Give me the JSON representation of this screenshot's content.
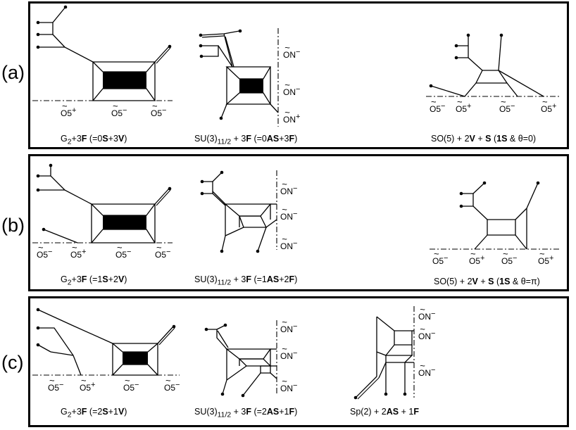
{
  "rows": [
    {
      "label": "(a)",
      "captions": [
        {
          "base": "G",
          "sub": "2",
          "mid": "+3",
          "bold1": "F",
          "rest": " (=0",
          "bold2": "S",
          "rest2": "+3",
          "bold3": "V",
          "end": ")"
        },
        {
          "base": "SU(3)",
          "sub": "11/2",
          "mid": " + 3",
          "bold1": "F",
          "rest": " (=0",
          "bold2": "AS",
          "rest2": "+3",
          "bold3": "F",
          "end": ")"
        },
        {
          "base": "SO(5) + 2",
          "sub": "",
          "mid": "",
          "bold1": "V",
          "rest": " + ",
          "bold2": "S",
          "rest2": " (",
          "bold3": "1S",
          "end": " & θ=0)"
        }
      ]
    },
    {
      "label": "(b)",
      "captions": [
        {
          "base": "G",
          "sub": "2",
          "mid": "+3",
          "bold1": "F",
          "rest": " (=1",
          "bold2": "S",
          "rest2": "+2",
          "bold3": "V",
          "end": ")"
        },
        {
          "base": "SU(3)",
          "sub": "11/2",
          "mid": " + 3",
          "bold1": "F",
          "rest": " (=1",
          "bold2": "AS",
          "rest2": "+2",
          "bold3": "F",
          "end": ")"
        },
        {
          "base": "SO(5) + 2",
          "sub": "",
          "mid": "",
          "bold1": "V",
          "rest": " + ",
          "bold2": "S",
          "rest2": " (",
          "bold3": "1S",
          "end": " & θ=π)"
        }
      ]
    },
    {
      "label": "(c)",
      "captions": [
        {
          "base": "G",
          "sub": "2",
          "mid": "+3",
          "bold1": "F",
          "rest": " (=2",
          "bold2": "S",
          "rest2": "+1",
          "bold3": "V",
          "end": ")"
        },
        {
          "base": "SU(3)",
          "sub": "11/2",
          "mid": " + 3",
          "bold1": "F",
          "rest": " (=2",
          "bold2": "AS",
          "rest2": "+1",
          "bold3": "F",
          "end": ")"
        },
        {
          "base": "Sp(2) + 2",
          "sub": "",
          "mid": "",
          "bold1": "AS",
          "rest": " + 1",
          "bold2": "F",
          "rest2": "",
          "bold3": "",
          "end": ""
        }
      ]
    }
  ],
  "planes": {
    "o5_minus": "O5",
    "o5_plus": "O5",
    "on_minus": "ON",
    "on_plus": "ON",
    "minus": "−",
    "plus": "+"
  }
}
